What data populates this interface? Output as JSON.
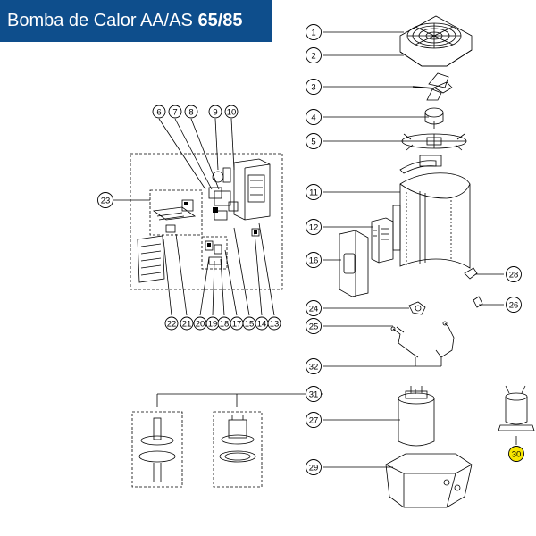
{
  "header": {
    "title": "Bomba de Calor AA/AS ",
    "model": "65/85"
  },
  "colors": {
    "header_bg": "#0e4e8c",
    "header_text": "#ffffff",
    "highlight": "#f7e600",
    "stroke": "#000000"
  },
  "callouts": [
    {
      "id": "c1",
      "label": "1"
    },
    {
      "id": "c2",
      "label": "2"
    },
    {
      "id": "c3",
      "label": "3"
    },
    {
      "id": "c4",
      "label": "4"
    },
    {
      "id": "c5",
      "label": "5"
    },
    {
      "id": "c11",
      "label": "11"
    },
    {
      "id": "c12",
      "label": "12"
    },
    {
      "id": "c16",
      "label": "16"
    },
    {
      "id": "c28",
      "label": "28"
    },
    {
      "id": "c26",
      "label": "26"
    },
    {
      "id": "c24",
      "label": "24"
    },
    {
      "id": "c25",
      "label": "25"
    },
    {
      "id": "c32",
      "label": "32"
    },
    {
      "id": "c31",
      "label": "31"
    },
    {
      "id": "c27",
      "label": "27"
    },
    {
      "id": "c29",
      "label": "29"
    },
    {
      "id": "c30",
      "label": "30"
    },
    {
      "id": "c23",
      "label": "23"
    },
    {
      "id": "c6",
      "label": "6"
    },
    {
      "id": "c7",
      "label": "7"
    },
    {
      "id": "c8",
      "label": "8"
    },
    {
      "id": "c9",
      "label": "9"
    },
    {
      "id": "c10",
      "label": "10"
    },
    {
      "id": "c22",
      "label": "22"
    },
    {
      "id": "c21",
      "label": "21"
    },
    {
      "id": "c20",
      "label": "20"
    },
    {
      "id": "c19",
      "label": "19"
    },
    {
      "id": "c18",
      "label": "18"
    },
    {
      "id": "c17",
      "label": "17"
    },
    {
      "id": "c15",
      "label": "15"
    },
    {
      "id": "c14",
      "label": "14"
    },
    {
      "id": "c13",
      "label": "13"
    }
  ]
}
